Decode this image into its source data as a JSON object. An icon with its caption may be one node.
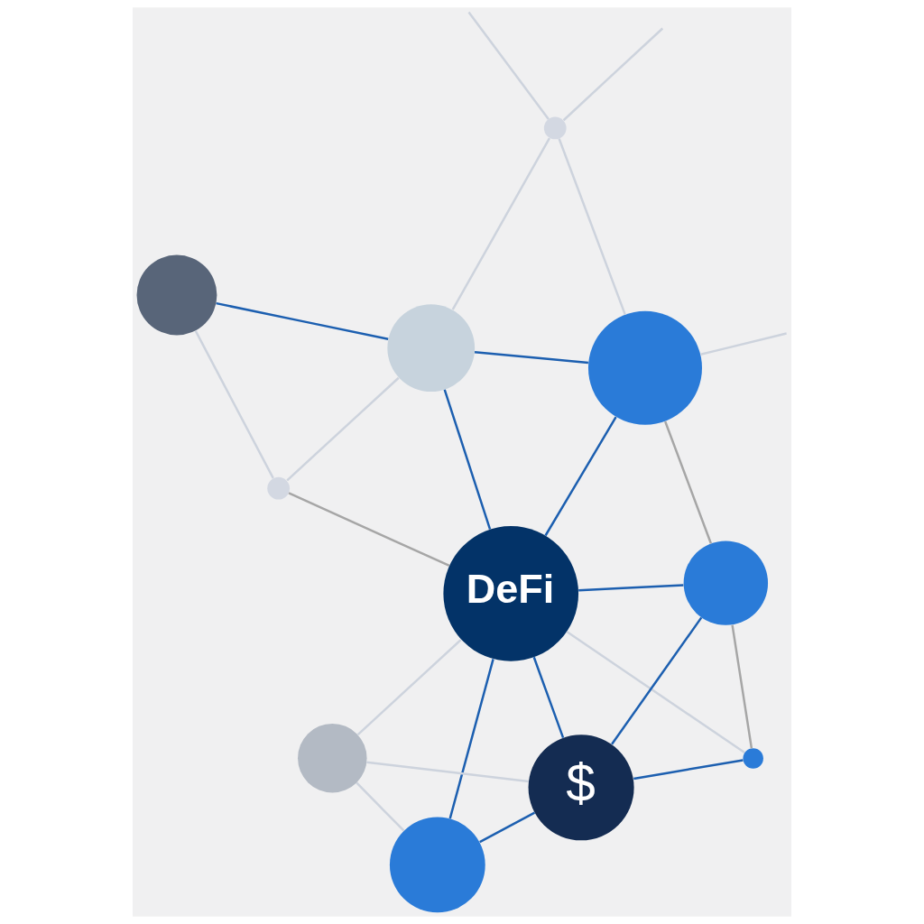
{
  "diagram": {
    "nodes": [
      {
        "text": [],
        "shape": "circle"
      },
      {
        "text": [],
        "shape": "circle"
      },
      {
        "text": [],
        "shape": "circle"
      },
      {
        "text": [],
        "shape": "circle"
      },
      {
        "text": [],
        "shape": "circle"
      },
      {
        "text": [
          "DeFi"
        ]
      },
      {
        "text": [
          "$"
        ]
      },
      {
        "text": [],
        "shape": "circle"
      },
      {
        "text": [],
        "shape": "circle"
      },
      {
        "text": [],
        "shape": "circle"
      },
      {
        "text": [],
        "shape": "circle"
      }
    ],
    "edges": [
      {
        "from": 0,
        "to": 1,
        "arrow": "none"
      },
      {
        "from": 0,
        "to": 4,
        "arrow": "none",
        "color": "#1c5fb0"
      },
      {
        "from": 1,
        "to": 4,
        "arrow": "none"
      },
      {
        "from": 1,
        "to": 5,
        "arrow": "none",
        "color": "#a6a6a6"
      },
      {
        "from": 2,
        "to": 3,
        "arrow": "none"
      },
      {
        "from": 2,
        "to": 5,
        "arrow": "none",
        "color": "#1c5fb0"
      },
      {
        "from": 2,
        "to": 6,
        "arrow": "none",
        "color": "#1c5fb0"
      },
      {
        "from": 3,
        "to": 5,
        "arrow": "none"
      },
      {
        "from": 3,
        "to": 6,
        "arrow": "none"
      },
      {
        "from": 4,
        "to": 5,
        "arrow": "none",
        "color": "#1c5fb0"
      },
      {
        "from": 4,
        "to": 7,
        "arrow": "none"
      },
      {
        "from": 4,
        "to": 8,
        "arrow": "none",
        "color": "#1c5fb0"
      },
      {
        "from": 5,
        "to": 6,
        "arrow": "none",
        "color": "#1c5fb0"
      },
      {
        "from": 5,
        "to": 8,
        "arrow": "none",
        "color": "#1c5fb0"
      },
      {
        "from": 5,
        "to": 9,
        "arrow": "none",
        "color": "#1c5fb0"
      },
      {
        "from": 5,
        "to": 10,
        "arrow": "none"
      },
      {
        "from": 6,
        "to": 9,
        "arrow": "none",
        "color": "#1c5fb0"
      },
      {
        "from": 6,
        "to": 10,
        "arrow": "none",
        "color": "#1c5fb0"
      },
      {
        "from": 7,
        "to": 8,
        "arrow": "none"
      },
      {
        "from": 8,
        "to": 9,
        "arrow": "none",
        "color": "#a6a6a6"
      },
      {
        "from": 9,
        "to": 10,
        "arrow": "none",
        "color": "#a6a6a6"
      },
      {
        "from": null,
        "to": 7,
        "arrow": "none"
      },
      {
        "from": 7,
        "to": null,
        "arrow": "none"
      },
      {
        "from": null,
        "to": 8,
        "arrow": "none"
      }
    ]
  }
}
